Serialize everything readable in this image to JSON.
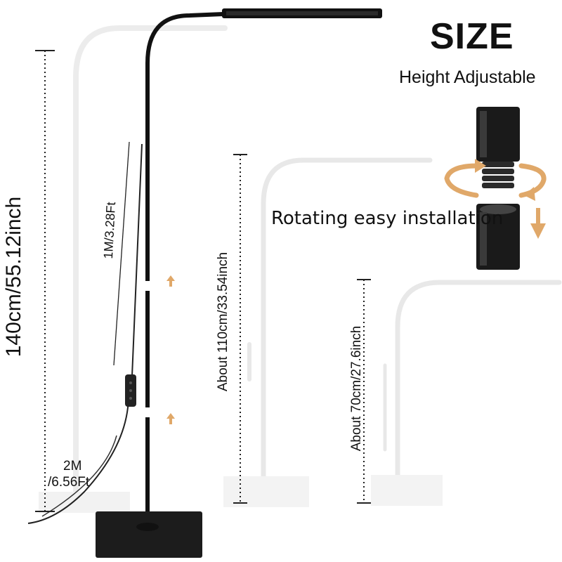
{
  "header": {
    "title": "SIZE",
    "subtitle": "Height Adjustable"
  },
  "installation": {
    "caption": "Rotating easy installation"
  },
  "dimensions": {
    "total_height": "140cm/55.12inch",
    "pole_segment": "1M/3.28Ft",
    "medium_height": "About 110cm/33.54inch",
    "short_height": "About 70cm/27.6inch",
    "cable_length_line1": "2M",
    "cable_length_line2": "/6.56Ft"
  },
  "colors": {
    "lamp": "#111111",
    "ghost_lamp": "#e6e6e6",
    "arrow": "#e0a869",
    "dimension_line": "#222222"
  },
  "icons": [
    "rotate-clockwise-arrow-icon",
    "rotate-counterclockwise-arrow-icon",
    "down-arrow-icon",
    "up-arrow-icon"
  ]
}
